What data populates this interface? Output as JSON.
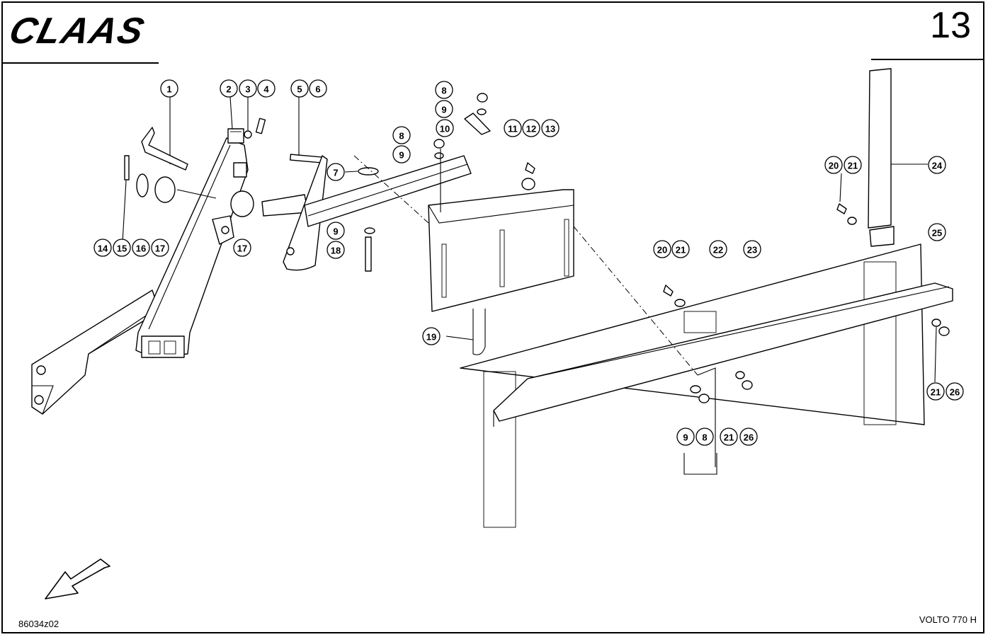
{
  "header": {
    "brand": "CLAAS",
    "page_number": "13"
  },
  "footer": {
    "drawing_number": "86034z02",
    "model": "VOLTO 770 H"
  },
  "callouts": [
    {
      "label": "1"
    },
    {
      "label": "2"
    },
    {
      "label": "3"
    },
    {
      "label": "4"
    },
    {
      "label": "5"
    },
    {
      "label": "6"
    },
    {
      "label": "8"
    },
    {
      "label": "9"
    },
    {
      "label": "10"
    },
    {
      "label": "8"
    },
    {
      "label": "9"
    },
    {
      "label": "7"
    },
    {
      "label": "11"
    },
    {
      "label": "12"
    },
    {
      "label": "13"
    },
    {
      "label": "20"
    },
    {
      "label": "21"
    },
    {
      "label": "24"
    },
    {
      "label": "25"
    },
    {
      "label": "14"
    },
    {
      "label": "15"
    },
    {
      "label": "16"
    },
    {
      "label": "17"
    },
    {
      "label": "17"
    },
    {
      "label": "9"
    },
    {
      "label": "18"
    },
    {
      "label": "20"
    },
    {
      "label": "21"
    },
    {
      "label": "22"
    },
    {
      "label": "23"
    },
    {
      "label": "19"
    },
    {
      "label": "21"
    },
    {
      "label": "26"
    },
    {
      "label": "9"
    },
    {
      "label": "8"
    },
    {
      "label": "21"
    },
    {
      "label": "26"
    }
  ]
}
